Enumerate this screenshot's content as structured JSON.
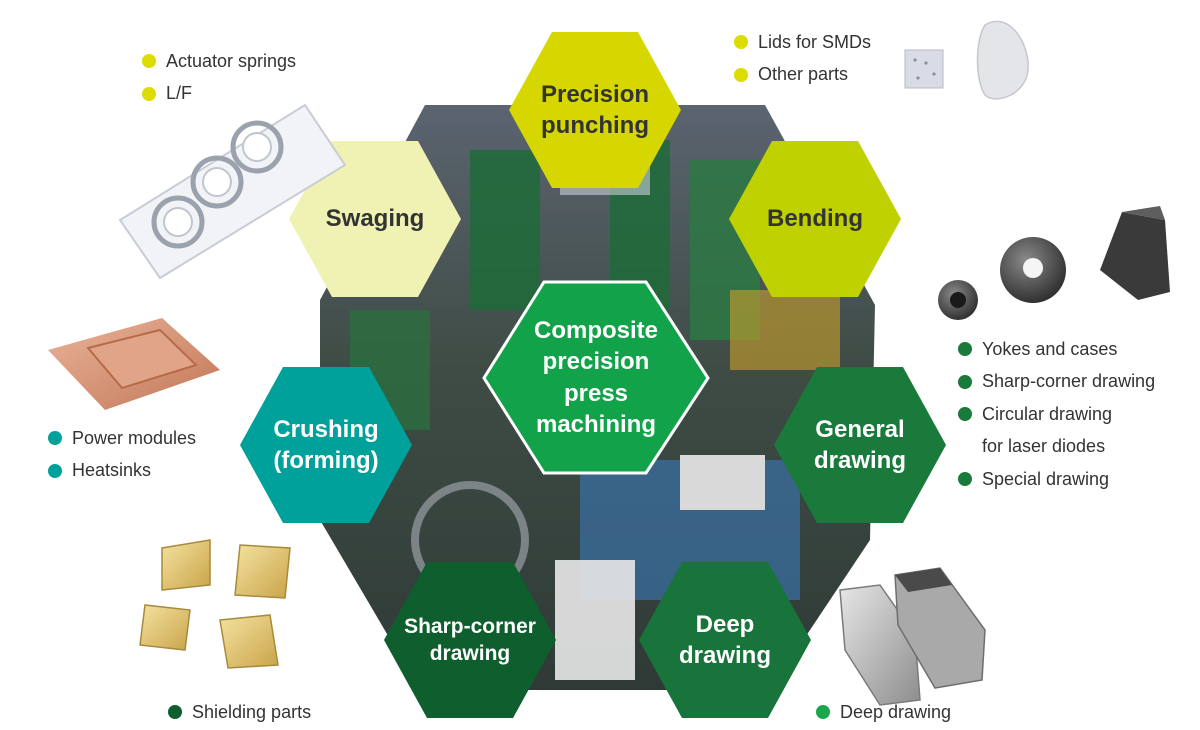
{
  "colors": {
    "punching": "#d6d700",
    "bending": "#bfd100",
    "swaging": "#f0f2b4",
    "crushing": "#00a19a",
    "general": "#1a7a3c",
    "deep": "#18743a",
    "sharp": "#0f5e2e",
    "center": "#11a24a",
    "dot_yellow": "#dcdc00",
    "dot_teal": "#00a19a",
    "dot_green": "#1a7a3c",
    "dot_dark": "#0f5e2e",
    "dot_bright": "#1aa64a"
  },
  "diagram": {
    "center": "Composite\nprecision\npress\nmachining",
    "hexes": {
      "punching": "Precision\npunching",
      "bending": "Bending",
      "swaging": "Swaging",
      "crushing": "Crushing\n(forming)",
      "general": "General\ndrawing",
      "deep": "Deep\ndrawing",
      "sharp": "Sharp-corner\ndrawing"
    }
  },
  "captions": {
    "swaging": [
      "Actuator springs",
      "L/F"
    ],
    "punching": [
      "Lids for SMDs",
      "Other parts"
    ],
    "crushing": [
      "Power modules",
      "Heatsinks"
    ],
    "general": [
      "Yokes and cases",
      "Sharp-corner drawing",
      "Circular drawing",
      "for laser diodes",
      "Special drawing"
    ],
    "sharp": [
      "Shielding parts"
    ],
    "deep": [
      "Deep drawing"
    ]
  }
}
